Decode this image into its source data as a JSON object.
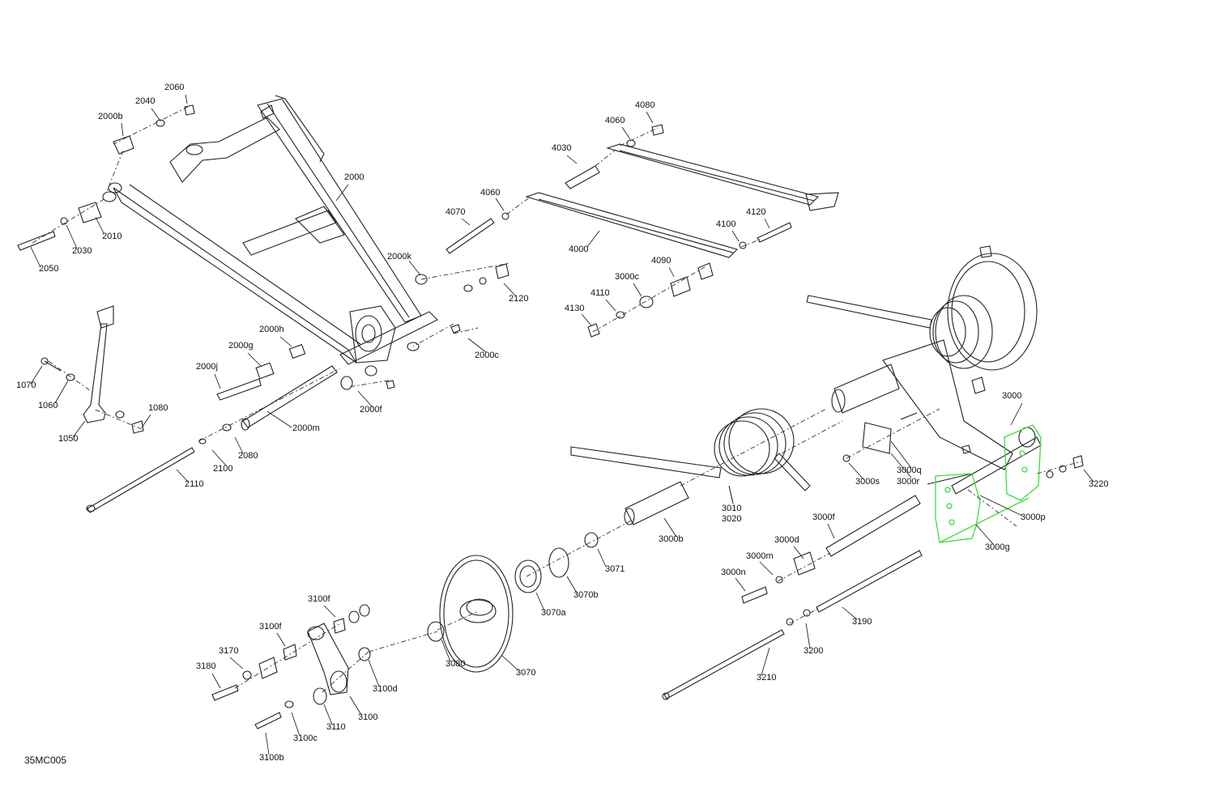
{
  "drawing_code": "35MC005",
  "highlight_color": "#3ddc3a",
  "labels": [
    "2060",
    "2040",
    "2000b",
    "2000",
    "2010",
    "2030",
    "2050",
    "2000k",
    "2000h",
    "2000g",
    "2000j",
    "2000m",
    "2000f",
    "2000c",
    "1070",
    "1060",
    "1050",
    "1080",
    "2080",
    "2100",
    "2110",
    "4080",
    "4060",
    "4030",
    "4060",
    "4070",
    "4000",
    "4120",
    "4100",
    "4090",
    "3000c",
    "4110",
    "4130",
    "2120",
    "3000",
    "3000q",
    "3000r",
    "3000s",
    "3220",
    "3000p",
    "3000g",
    "3010",
    "3020",
    "3000b",
    "3000f",
    "3000d",
    "3000m",
    "3000n",
    "3071",
    "3070b",
    "3070a",
    "3070",
    "3080",
    "3190",
    "3200",
    "3210",
    "3100f",
    "3100f",
    "3170",
    "3180",
    "3100d",
    "3100",
    "3110",
    "3100c",
    "3100b"
  ]
}
